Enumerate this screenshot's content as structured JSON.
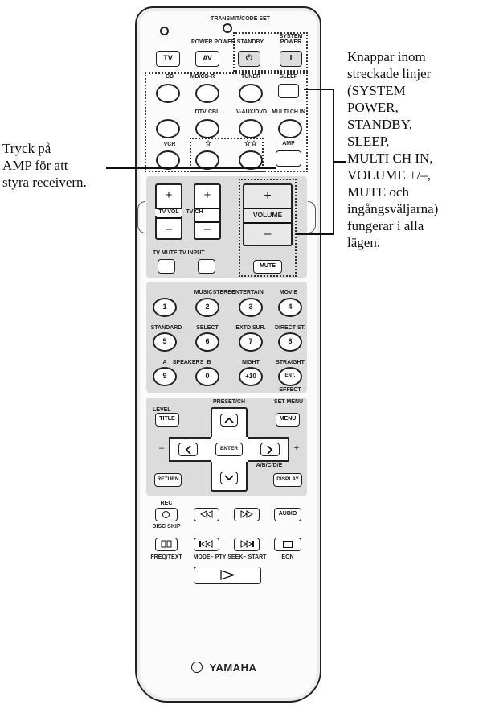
{
  "remote": {
    "transmit_label": "TRANSMIT/CODE SET",
    "power_labels": "POWER POWER STANDBY",
    "system_power_label": "SYSTEM POWER",
    "tv_button": "TV",
    "av_button": "AV",
    "standby_symbol": "⏻",
    "system_power_symbol": "I",
    "row1_labels": [
      "CD",
      "MD/CD-R",
      "TUNER",
      "SLEEP"
    ],
    "row2_labels": [
      "DTV·CBL",
      "V-AUX/DVD",
      "MULTI CH IN"
    ],
    "row3_labels": [
      "VCR",
      "☆",
      "☆☆",
      "AMP"
    ],
    "tv_vol_label": "TV VOL",
    "tv_ch_label": "TV CH",
    "volume_label": "VOLUME",
    "plus": "+",
    "minus": "–",
    "tv_mute_input_label": "TV MUTE TV INPUT",
    "mute_button": "MUTE",
    "num_top_labels": [
      "MUSIC",
      "STEREO",
      "ENTERTAIN",
      "MOVIE"
    ],
    "num_row1": [
      "1",
      "2",
      "3",
      "4"
    ],
    "num_mid_labels": [
      "STANDARD",
      "SELECT",
      "EXTD SUR.",
      "DIRECT ST."
    ],
    "num_row2": [
      "5",
      "6",
      "7",
      "8"
    ],
    "num_low_labels": [
      "A",
      "SPEAKERS",
      "B",
      "NIGHT",
      "STRAIGHT"
    ],
    "num_row3": [
      "9",
      "0",
      "+10",
      "ENT."
    ],
    "effect_label": "EFFECT",
    "preset_ch_label": "PRESET/CH",
    "level_label": "LEVEL",
    "set_menu_label": "SET MENU",
    "title_button": "TITLE",
    "menu_button": "MENU",
    "enter_button": "ENTER",
    "ab_cde_label": "A/B/C/D/E",
    "return_button": "RETURN",
    "display_button": "DISPLAY",
    "rec_label": "REC",
    "audio_button": "AUDIO",
    "disc_skip_label": "DISC SKIP",
    "bottom_labels": [
      "FREQ/TEXT",
      "MODE–",
      "PTY SEEK–",
      "START",
      "EON"
    ],
    "brand": "YAMAHA"
  },
  "annotations": {
    "left": [
      "Tryck på",
      "AMP för att",
      "styra receivern."
    ],
    "right": [
      "Knappar inom",
      "streckade linjer",
      "(SYSTEM",
      "POWER,",
      "STANDBY,",
      "SLEEP,",
      "MULTI CH IN,",
      "VOLUME +/–,",
      "MUTE och",
      "ingångsväljarna)",
      "fungerar i alla",
      "lägen."
    ]
  }
}
